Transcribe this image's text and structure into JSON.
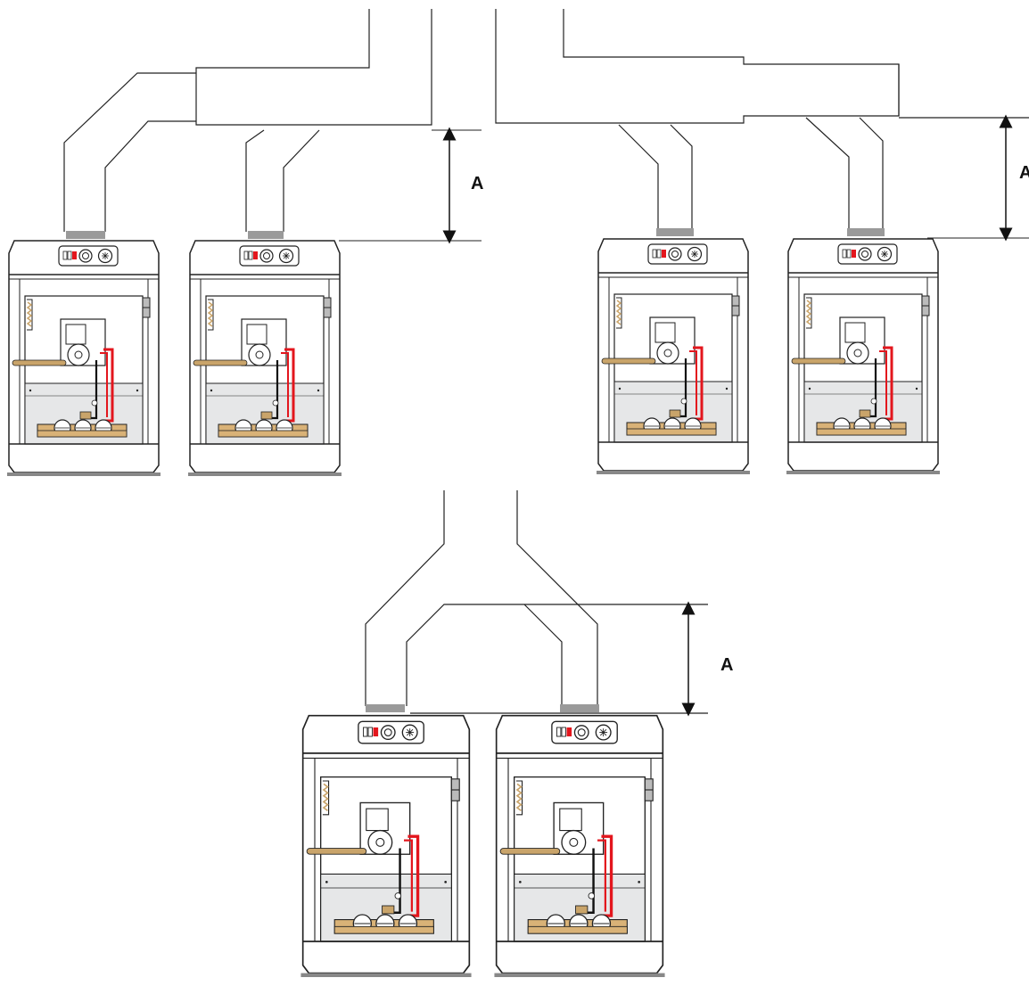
{
  "diagram": {
    "dimension_label": "A",
    "layouts": [
      {
        "name": "flue-layout-top-left",
        "dimension_text": "A"
      },
      {
        "name": "flue-layout-top-right",
        "dimension_text": "A"
      },
      {
        "name": "flue-layout-bottom",
        "dimension_text": "A"
      }
    ]
  },
  "colors": {
    "line": "#222222",
    "panel": "#e6e7e8",
    "flue_collar": "#9a9a9a",
    "pipe_copper": "#c9a46a",
    "burner_bar": "#d9b277",
    "wire_red": "#e3161d",
    "wire_black": "#111111",
    "control_red": "#e3161d"
  }
}
